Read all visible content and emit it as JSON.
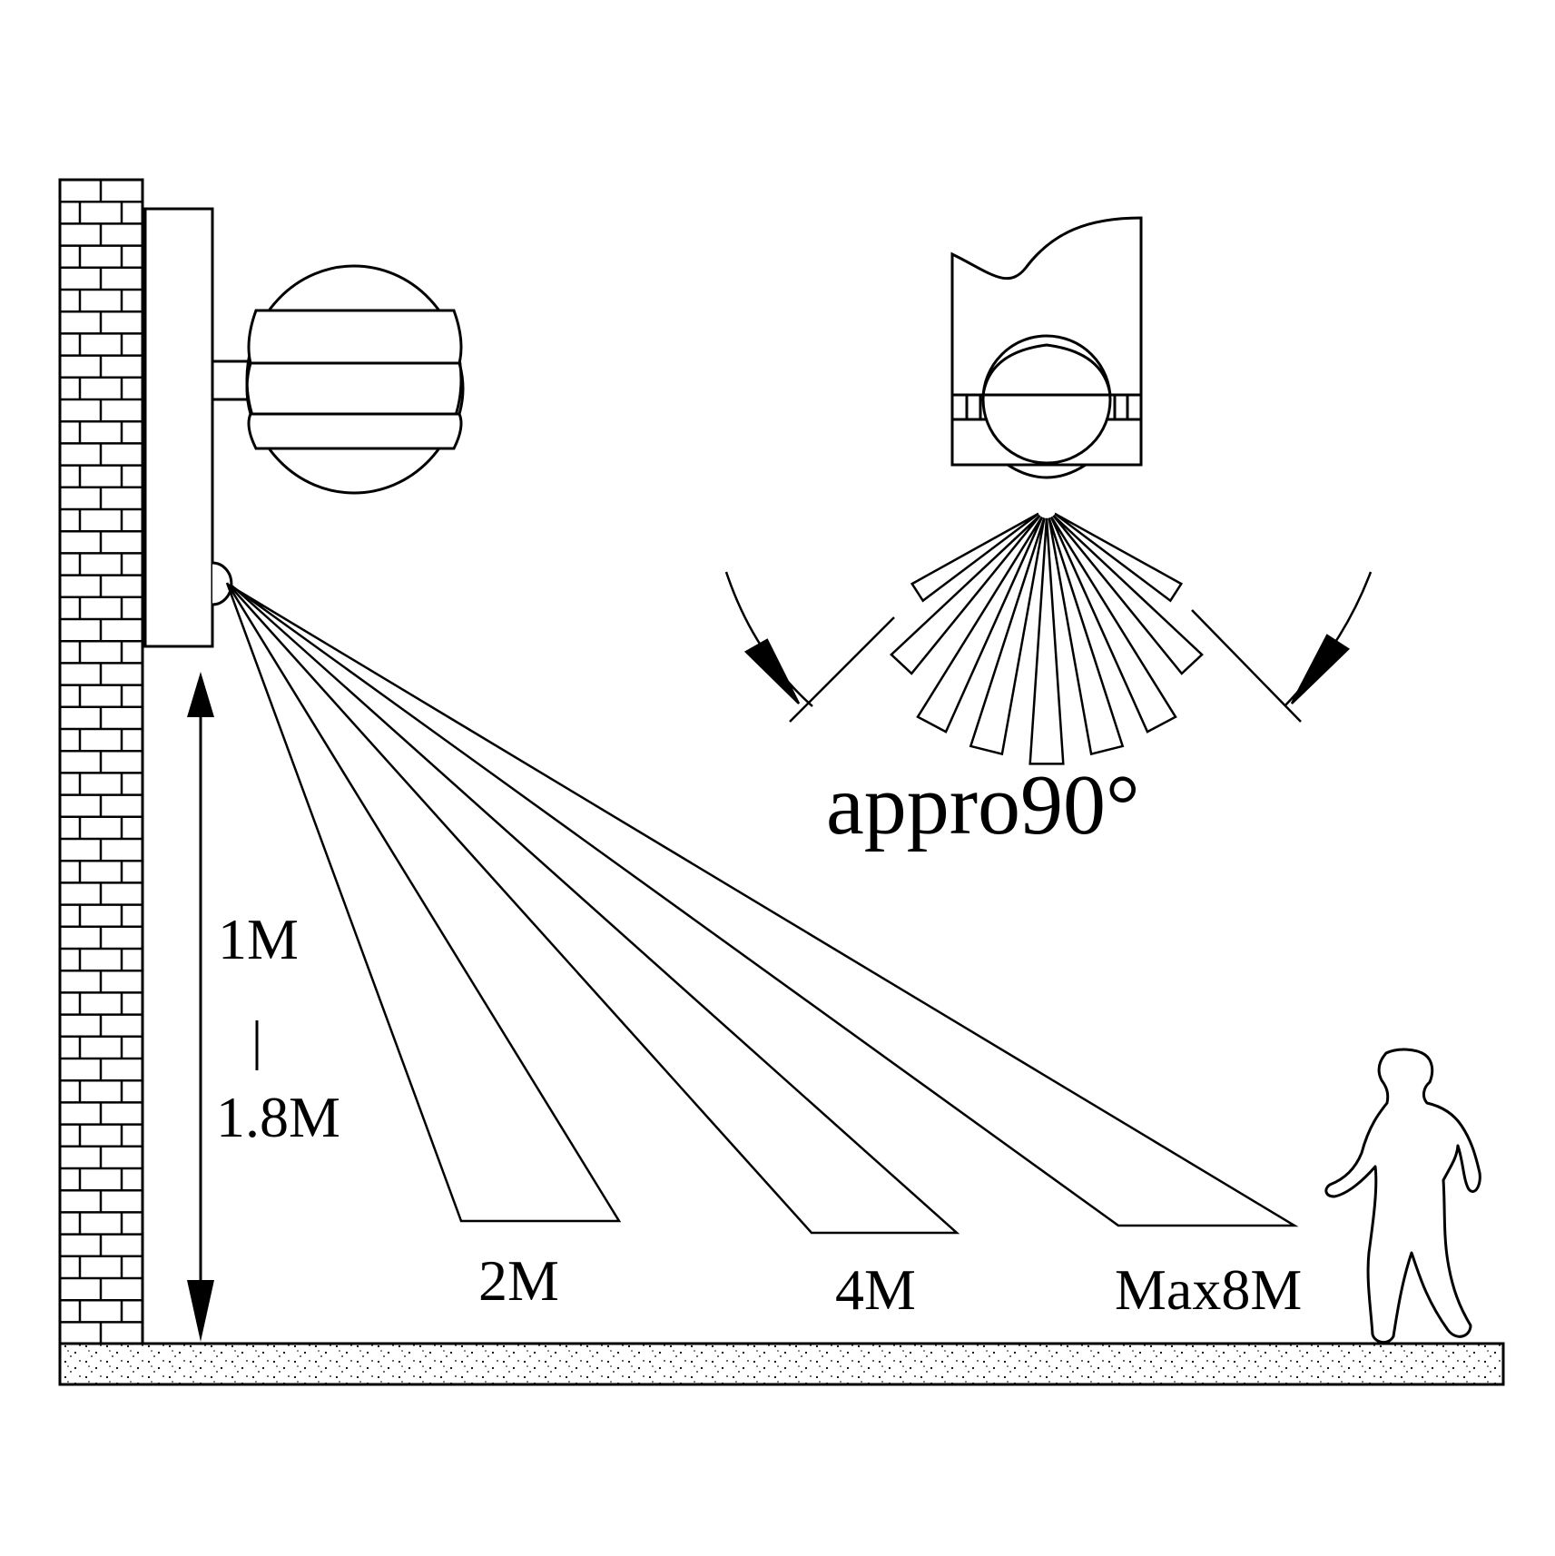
{
  "labels": {
    "angle": "appro90°",
    "height_min": "1M",
    "height_separator": "|",
    "height_max": "1.8M",
    "range_2m": "2M",
    "range_4m": "4M",
    "range_max": "Max8M"
  },
  "colors": {
    "stroke": "#000000",
    "background": "#ffffff"
  },
  "icons": {
    "wall": "brick-wall-icon",
    "lamp": "globe-lamp-icon",
    "sensor": "pir-sensor-icon",
    "person": "walking-person-icon"
  }
}
